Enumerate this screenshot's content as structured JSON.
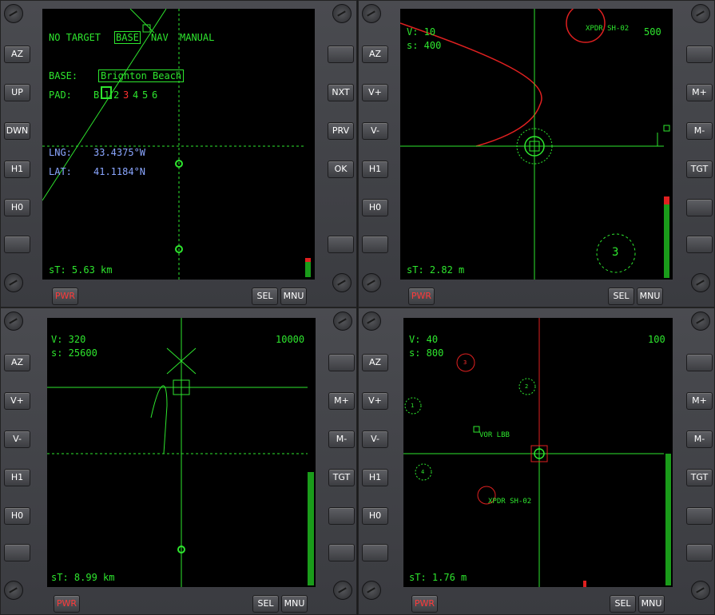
{
  "buttons": {
    "pwr": "PWR",
    "sel": "SEL",
    "mnu": "MNU"
  },
  "panel_tl": {
    "header": {
      "no_target": "NO TARGET",
      "base": "BASE",
      "nav": "NAV",
      "manual": "MANUAL"
    },
    "base_label": "BASE:",
    "base_value": "Brighton Beach",
    "pad_label": "PAD:",
    "pad_b": "B",
    "pad_1": "1",
    "pad_2": "2",
    "pad_3": "3",
    "pad_4": "4",
    "pad_5": "5",
    "pad_6": "6",
    "lng_label": "LNG:",
    "lng_value": "33.4375°W",
    "lat_label": "LAT:",
    "lat_value": "41.1184°N",
    "st": "sT: 5.63 km",
    "left_buttons": [
      "AZ",
      "UP",
      "DWN",
      "H1",
      "H0",
      ""
    ],
    "right_buttons": [
      "",
      "",
      "NXT",
      "PRV",
      "OK",
      ""
    ]
  },
  "panel_tr": {
    "v": "V: 10",
    "s": "s: 400",
    "scale": "500",
    "xpdr": "XPDR SH-02",
    "st": "sT: 2.82 m",
    "ring_number": "3",
    "left_buttons": [
      "AZ",
      "V+",
      "V-",
      "H1",
      "H0",
      ""
    ],
    "right_buttons": [
      "",
      "M+",
      "M-",
      "TGT",
      "",
      ""
    ]
  },
  "panel_bl": {
    "v": "V: 320",
    "s": "s: 25600",
    "scale": "10000",
    "st": "sT: 8.99 km",
    "left_buttons": [
      "AZ",
      "V+",
      "V-",
      "H1",
      "H0",
      ""
    ],
    "right_buttons": [
      "",
      "M+",
      "M-",
      "TGT",
      "",
      ""
    ]
  },
  "panel_br": {
    "v": "V: 40",
    "s": "s: 800",
    "scale": "100",
    "vor": "VOR LBB",
    "xpdr": "XPDR SH-02",
    "st": "sT: 1.76 m",
    "markers": [
      "1",
      "2",
      "3",
      "4"
    ],
    "left_buttons": [
      "AZ",
      "V+",
      "V-",
      "H1",
      "H0",
      ""
    ],
    "right_buttons": [
      "",
      "M+",
      "M-",
      "TGT",
      "",
      ""
    ]
  }
}
